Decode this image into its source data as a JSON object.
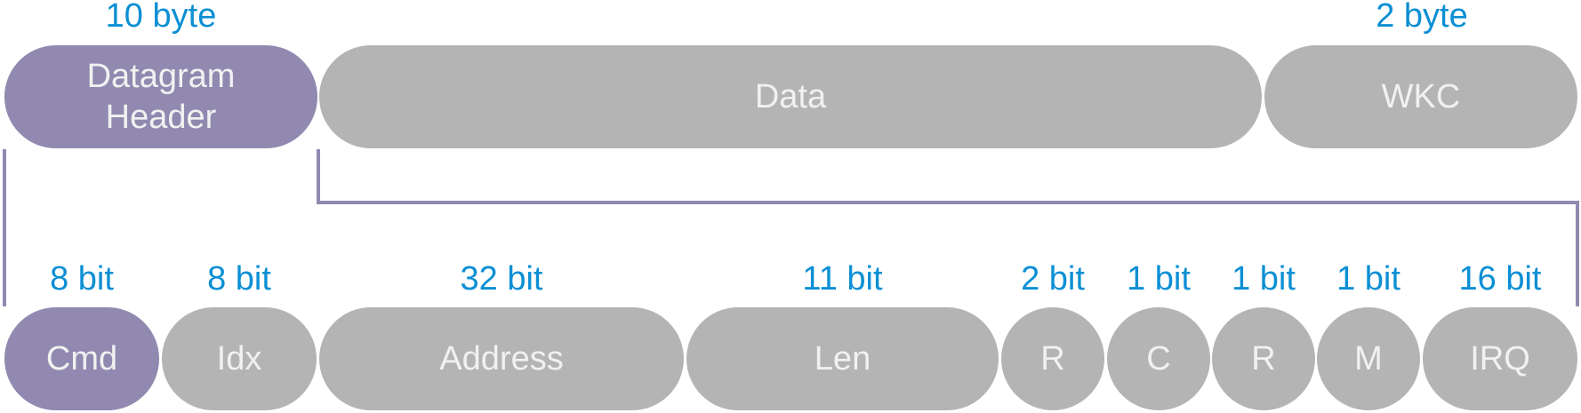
{
  "top_row": {
    "sizes": {
      "header": "10 byte",
      "wkc": "2 byte"
    },
    "blocks": {
      "header_line1": "Datagram",
      "header_line2": "Header",
      "data": "Data",
      "wkc": "WKC"
    }
  },
  "bottom_row": {
    "fields": [
      {
        "label": "Cmd",
        "size": "8 bit"
      },
      {
        "label": "Idx",
        "size": "8 bit"
      },
      {
        "label": "Address",
        "size": "32 bit"
      },
      {
        "label": "Len",
        "size": "11 bit"
      },
      {
        "label": "R",
        "size": "2 bit"
      },
      {
        "label": "C",
        "size": "1 bit"
      },
      {
        "label": "R",
        "size": "1 bit"
      },
      {
        "label": "M",
        "size": "1 bit"
      },
      {
        "label": "IRQ",
        "size": "16 bit"
      }
    ]
  },
  "colors": {
    "header_fill": "#9189b0",
    "field_fill": "#b3b4b3",
    "size_text": "#0b8fd4",
    "bracket": "#9189b0"
  }
}
